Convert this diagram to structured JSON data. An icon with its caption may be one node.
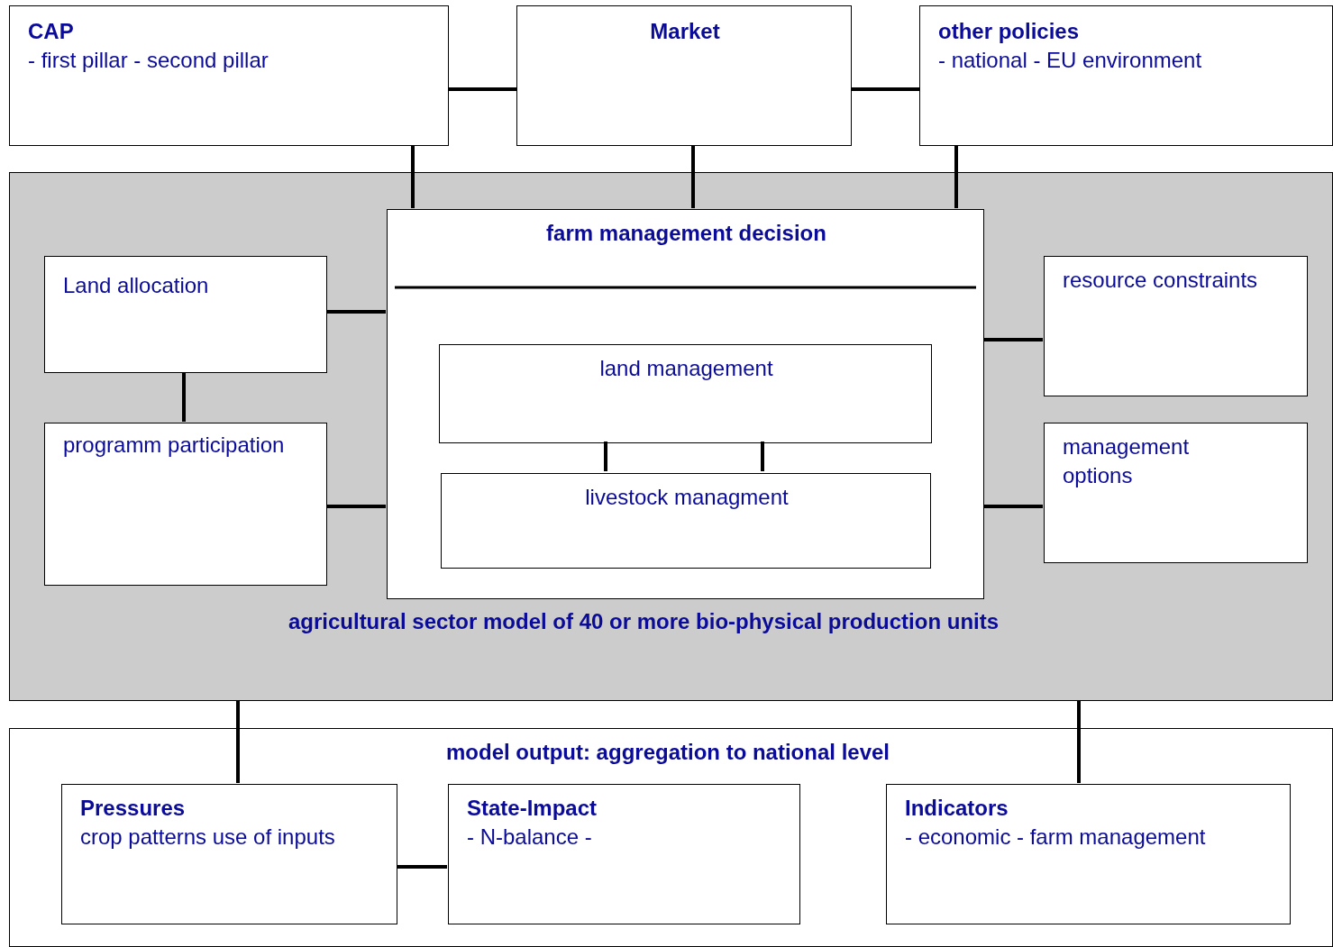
{
  "diagram": {
    "nodes": [
      {
        "text": [
          "CAP",
          "- first pillar - second pillar"
        ]
      },
      {
        "text": [
          "Market"
        ]
      },
      {
        "text": [
          "other policies",
          "- national - EU environment"
        ]
      },
      {
        "text": [
          "agricultural sector model of 40 or more bio-physical production units"
        ]
      },
      {
        "text": [
          "Land allocation"
        ],
        "in": 3
      },
      {
        "text": [
          "programm participation"
        ],
        "in": 3
      },
      {
        "text": [
          "farm management decision"
        ],
        "in": 3
      },
      {
        "text": [
          "land management"
        ],
        "in": 6
      },
      {
        "text": [
          "livestock managment"
        ],
        "in": 6
      },
      {
        "text": [
          "resource constraints"
        ],
        "in": 3
      },
      {
        "text": [
          "management options"
        ],
        "in": 3
      },
      {
        "text": [
          "model output: aggregation to national level"
        ]
      },
      {
        "text": [
          "Pressures",
          "crop patterns use of inputs"
        ],
        "in": 11
      },
      {
        "text": [
          "State-Impact",
          "- N-balance -"
        ],
        "in": 11
      },
      {
        "text": [
          "Indicators",
          "- economic - farm management"
        ],
        "in": 11
      }
    ],
    "edges": [
      {
        "from": 0,
        "to": 1,
        "arrow": "none"
      },
      {
        "from": 1,
        "to": 2,
        "arrow": "none"
      },
      {
        "from": 0,
        "to": 6,
        "arrow": "none"
      },
      {
        "from": 1,
        "to": 6,
        "arrow": "none"
      },
      {
        "from": 2,
        "to": 6,
        "arrow": "none"
      },
      {
        "from": 4,
        "to": 6,
        "arrow": "none"
      },
      {
        "from": 4,
        "to": 5,
        "arrow": "none"
      },
      {
        "from": 5,
        "to": 6,
        "arrow": "none"
      },
      {
        "from": 7,
        "to": 8,
        "arrow": "none"
      },
      {
        "from": 7,
        "to": 8,
        "arrow": "none"
      },
      {
        "from": 6,
        "to": 9,
        "arrow": "none"
      },
      {
        "from": 6,
        "to": 10,
        "arrow": "none"
      },
      {
        "from": 3,
        "to": 12,
        "arrow": "none"
      },
      {
        "from": 3,
        "to": 14,
        "arrow": "none"
      },
      {
        "from": 12,
        "to": 13,
        "arrow": "none"
      }
    ]
  }
}
